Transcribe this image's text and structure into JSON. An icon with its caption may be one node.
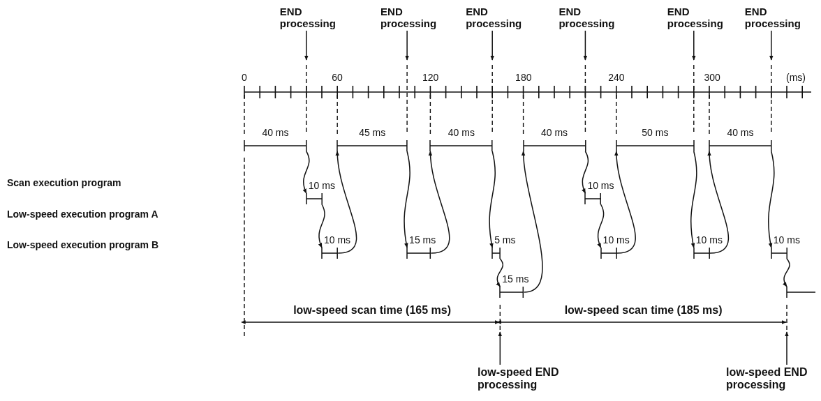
{
  "diagram": {
    "nodes": [
      {
        "text": [
          "END processing"
        ]
      },
      {
        "text": [
          "END processing"
        ]
      },
      {
        "text": [
          "END processing"
        ]
      },
      {
        "text": [
          "END processing"
        ]
      },
      {
        "text": [
          "END processing"
        ]
      },
      {
        "text": [
          "END processing"
        ]
      },
      {
        "text": [],
        "shape": "bar",
        "beside": [
          "40 ms"
        ]
      },
      {
        "text": [],
        "shape": "bar",
        "beside": [
          "10 ms"
        ]
      },
      {
        "text": [],
        "shape": "bar",
        "beside": [
          "10 ms"
        ]
      },
      {
        "text": [],
        "shape": "bar",
        "beside": [
          "45 ms"
        ]
      },
      {
        "text": [],
        "shape": "bar",
        "beside": [
          "15 ms"
        ]
      },
      {
        "text": [],
        "shape": "bar",
        "beside": [
          "40 ms"
        ]
      },
      {
        "text": [],
        "shape": "bar",
        "beside": [
          "5 ms"
        ]
      },
      {
        "text": [],
        "shape": "bar",
        "beside": [
          "15 ms"
        ]
      },
      {
        "text": [],
        "shape": "bar",
        "beside": [
          "40 ms"
        ]
      },
      {
        "text": [],
        "shape": "bar",
        "beside": [
          "10 ms"
        ]
      },
      {
        "text": [],
        "shape": "bar",
        "beside": [
          "10 ms"
        ]
      },
      {
        "text": [],
        "shape": "bar",
        "beside": [
          "50 ms"
        ]
      },
      {
        "text": [],
        "shape": "bar",
        "beside": [
          "10 ms"
        ]
      },
      {
        "text": [],
        "shape": "bar",
        "beside": [
          "40 ms"
        ]
      },
      {
        "text": [],
        "shape": "bar",
        "beside": [
          "10 ms"
        ]
      },
      {
        "text": [],
        "shape": "bar"
      },
      {
        "text": [
          "low-speed END processing"
        ]
      },
      {
        "text": [
          "low-speed END processing"
        ]
      }
    ],
    "edges": [
      {
        "from": 0,
        "to": null,
        "arrow": "to"
      },
      {
        "from": 1,
        "to": null,
        "arrow": "to"
      },
      {
        "from": 2,
        "to": null,
        "arrow": "to"
      },
      {
        "from": 3,
        "to": null,
        "arrow": "to"
      },
      {
        "from": 4,
        "to": null,
        "arrow": "to"
      },
      {
        "from": 5,
        "to": null,
        "arrow": "to"
      },
      {
        "from": 6,
        "to": 7,
        "arrow": "to"
      },
      {
        "from": 7,
        "to": 8,
        "arrow": "to"
      },
      {
        "from": 8,
        "to": 9,
        "arrow": "to"
      },
      {
        "from": 9,
        "to": 10,
        "arrow": "to"
      },
      {
        "from": 10,
        "to": 11,
        "arrow": "to"
      },
      {
        "from": 11,
        "to": 12,
        "arrow": "to"
      },
      {
        "from": 12,
        "to": 13,
        "arrow": "to"
      },
      {
        "from": 13,
        "to": 14,
        "arrow": "to"
      },
      {
        "from": 14,
        "to": 15,
        "arrow": "to"
      },
      {
        "from": 15,
        "to": 16,
        "arrow": "to"
      },
      {
        "from": 16,
        "to": 17,
        "arrow": "to"
      },
      {
        "from": 17,
        "to": 18,
        "arrow": "to"
      },
      {
        "from": 18,
        "to": 19,
        "arrow": "to"
      },
      {
        "from": 19,
        "to": 20,
        "arrow": "to"
      },
      {
        "from": 20,
        "to": 21,
        "arrow": "to"
      },
      {
        "from": 22,
        "to": null,
        "arrow": "to"
      },
      {
        "from": 23,
        "to": null,
        "arrow": "to"
      }
    ],
    "labels": [
      "0",
      "60",
      "120",
      "180",
      "240",
      "300",
      "(ms)",
      "Scan execution program",
      "Low-speed execution program A",
      "Low-speed execution program B",
      "low-speed scan time (165 ms)",
      "low-speed scan time (185 ms)"
    ]
  }
}
